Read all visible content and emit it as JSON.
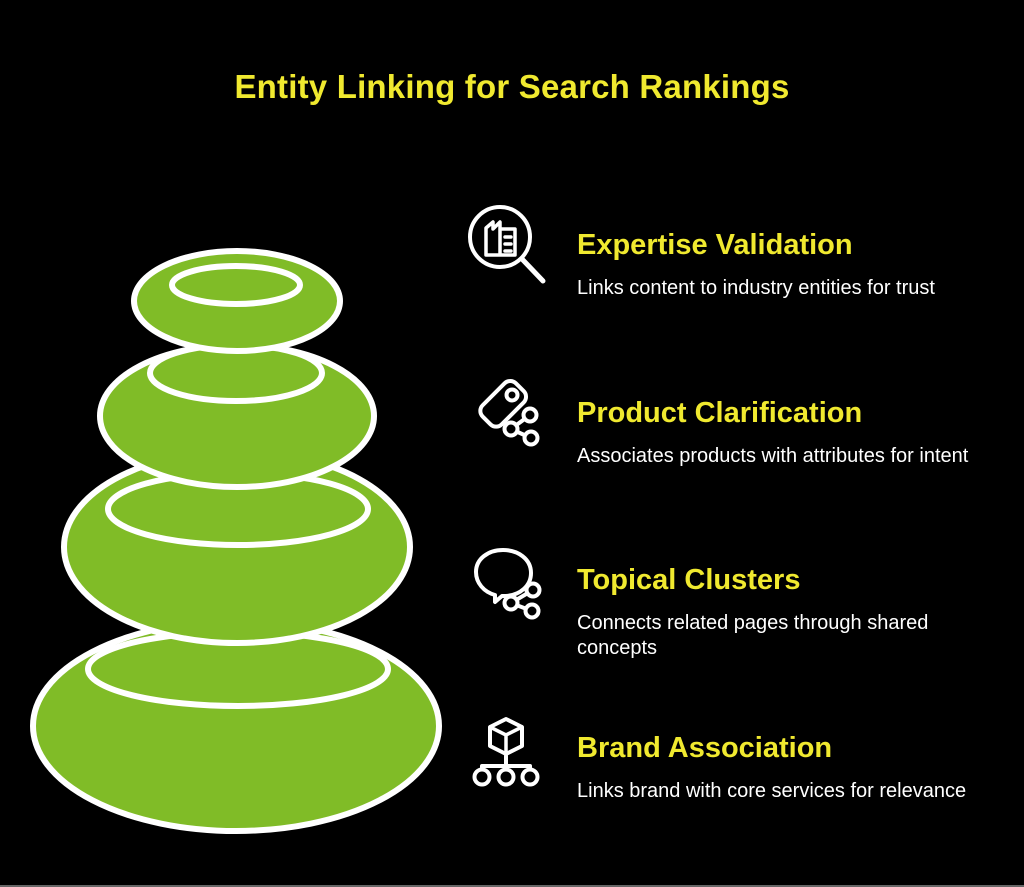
{
  "title": "Entity Linking for Search Rankings",
  "colors": {
    "background": "#000000",
    "accent_yellow": "#f0e92f",
    "stone_green": "#80bc27",
    "outline_white": "#ffffff"
  },
  "graphic": {
    "name": "balanced-zen-stones",
    "stone_count": 4
  },
  "features": [
    {
      "icon": "magnifier-industry-icon",
      "title": "Expertise Validation",
      "description": "Links content to industry entities for trust"
    },
    {
      "icon": "tag-share-icon",
      "title": "Product Clarification",
      "description": "Associates products with attributes for intent"
    },
    {
      "icon": "speech-bubble-share-icon",
      "title": "Topical Clusters",
      "description": "Connects related pages through shared concepts"
    },
    {
      "icon": "cube-hierarchy-icon",
      "title": "Brand Association",
      "description": "Links brand with core services for relevance"
    }
  ]
}
